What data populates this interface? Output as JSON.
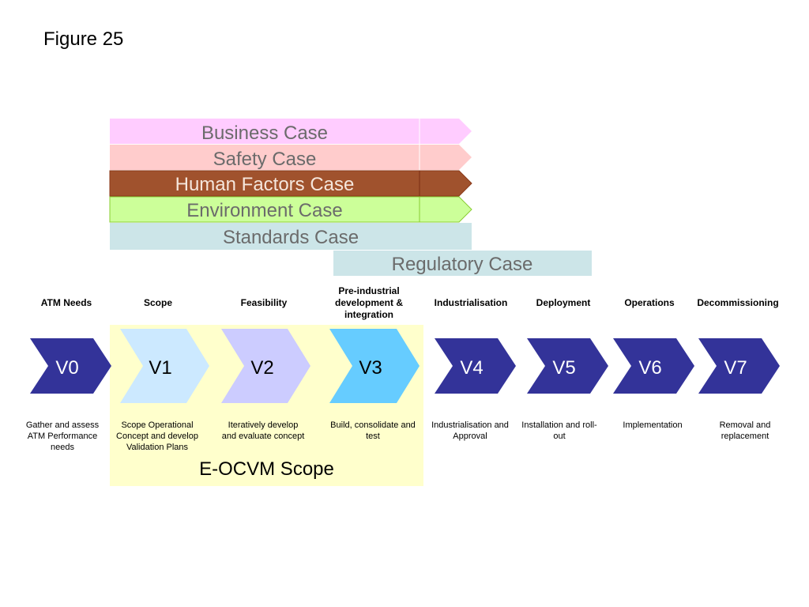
{
  "figure": {
    "title": "Figure 25"
  },
  "cases": [
    {
      "label": "Business Case",
      "fill": "#ffccff",
      "text_color": "#6b6b6b"
    },
    {
      "label": "Safety Case",
      "fill": "#ffcccc",
      "text_color": "#6b6b6b"
    },
    {
      "label": "Human Factors Case",
      "fill": "#a0522d",
      "text_color": "#f5e6dc"
    },
    {
      "label": "Environment Case",
      "fill": "#ccff99",
      "text_color": "#6b6b6b"
    },
    {
      "label": "Standards Case",
      "fill": "#cce5e8",
      "text_color": "#6b6b6b"
    },
    {
      "label": "Regulatory Case",
      "fill": "#cce5e8",
      "text_color": "#6b6b6b"
    }
  ],
  "scope": {
    "label": "E-OCVM Scope",
    "fill": "#ffffcc"
  },
  "phases": [
    {
      "code": "V0",
      "title": "ATM Needs",
      "description": "Gather and assess ATM Performance needs",
      "fill": "#333399",
      "text_color": "#ffffff"
    },
    {
      "code": "V1",
      "title": "Scope",
      "description": "Scope Operational Concept and develop Validation Plans",
      "fill": "#cce9ff",
      "text_color": "#000000"
    },
    {
      "code": "V2",
      "title": "Feasibility",
      "description": "Iteratively develop and evaluate concept",
      "fill": "#ccccff",
      "text_color": "#000000"
    },
    {
      "code": "V3",
      "title": "Pre-industrial development & integration",
      "description": "Build, consolidate and test",
      "fill": "#66ccff",
      "text_color": "#000000"
    },
    {
      "code": "V4",
      "title": "Industrialisation",
      "description": "Industrialisation and Approval",
      "fill": "#333399",
      "text_color": "#ffffff"
    },
    {
      "code": "V5",
      "title": "Deployment",
      "description": "Installation and roll-out",
      "fill": "#333399",
      "text_color": "#ffffff"
    },
    {
      "code": "V6",
      "title": "Operations",
      "description": "Implementation",
      "fill": "#333399",
      "text_color": "#ffffff"
    },
    {
      "code": "V7",
      "title": "Decommissioning",
      "description": "Removal and replacement",
      "fill": "#333399",
      "text_color": "#ffffff"
    }
  ]
}
